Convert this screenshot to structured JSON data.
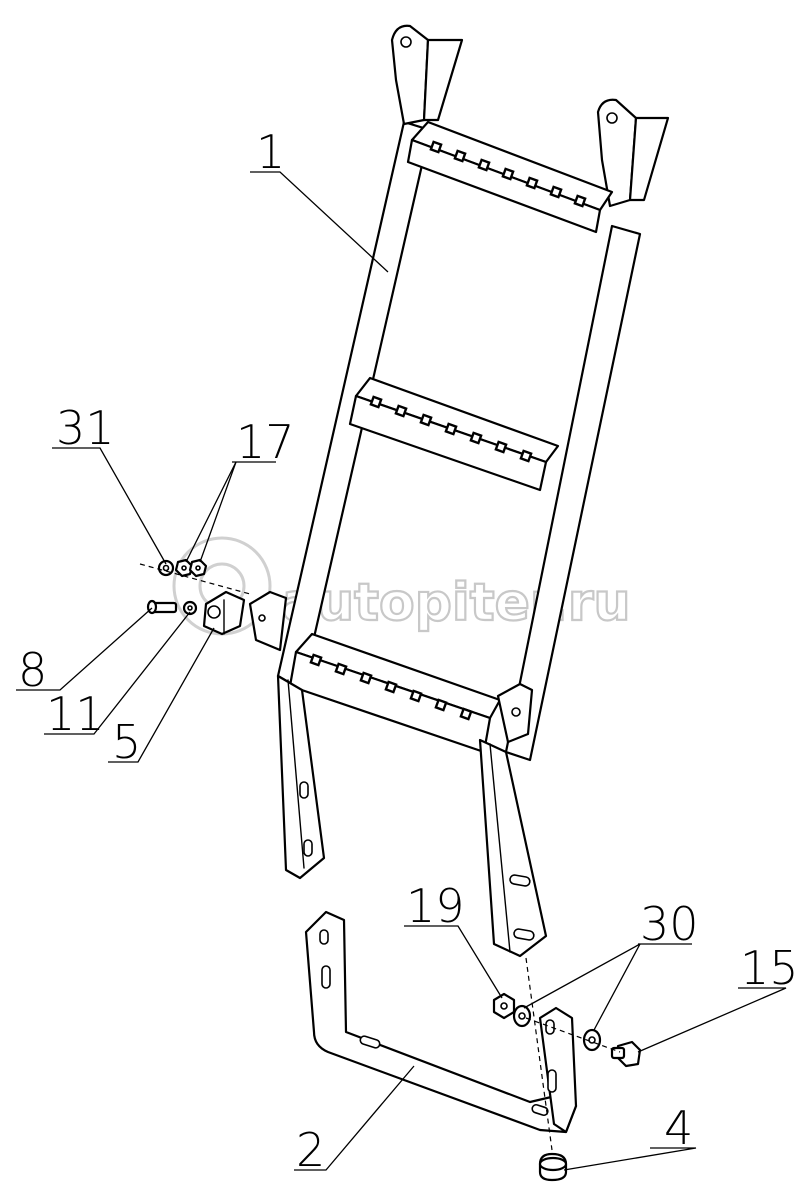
{
  "watermark": {
    "text": "autopiter.ru"
  },
  "callouts": {
    "part_1": "1",
    "part_2": "2",
    "part_4": "4",
    "part_5": "5",
    "part_8": "8",
    "part_11": "11",
    "part_15": "15",
    "part_17": "17",
    "part_19": "19",
    "part_30": "30",
    "part_31": "31"
  },
  "colors": {
    "line": "#000000",
    "background": "#ffffff",
    "watermark_outline": "#c8c8c8"
  }
}
